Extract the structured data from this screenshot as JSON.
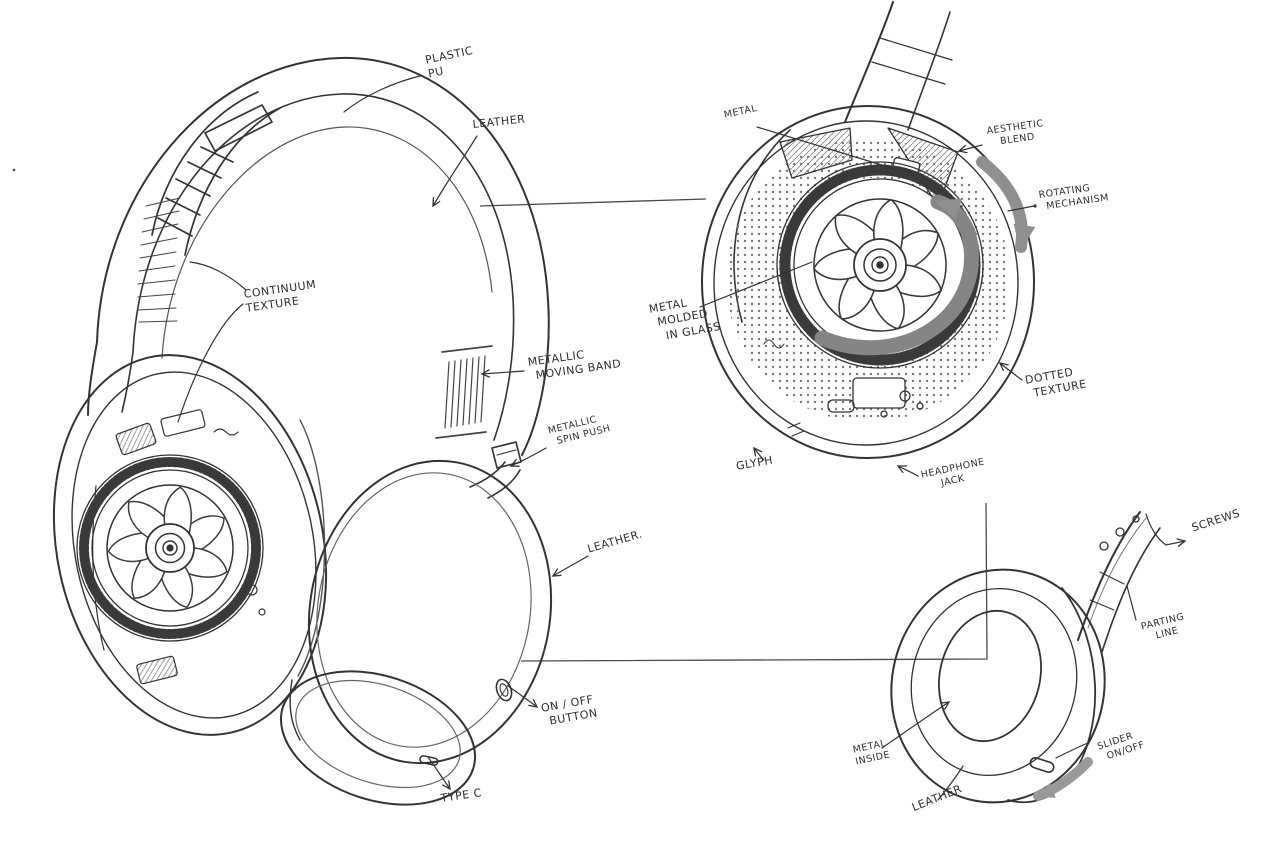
{
  "document": {
    "type": "industrial-design concept sketch",
    "subject": "over-ear headphones, annotated, three views",
    "views": {
      "left": "full headphones three-quarter view",
      "top_right": "ear-cup interior / driver detail with rotation arrows",
      "bottom_right": "ear-pad and hinge detail with slider"
    }
  },
  "colors": {
    "ink": "#333333",
    "ink_light": "#555555",
    "arrow_gray": "#8f8f8f",
    "shade_gray": "#ededed",
    "background": "#ffffff"
  },
  "labels": {
    "plastic_pu": {
      "lines": [
        "PLASTIC",
        "PU"
      ]
    },
    "leather_headband": {
      "lines": [
        "LEATHER"
      ]
    },
    "continuum_texture": {
      "lines": [
        "CONTINUUM",
        "TEXTURE"
      ]
    },
    "metallic_moving_band": {
      "lines": [
        "METALLIC",
        "MOVING  BAND"
      ]
    },
    "metallic_spin_push": {
      "lines": [
        "METALLIC",
        "SPIN PUSH"
      ]
    },
    "leather_earcup": {
      "lines": [
        "LEATHER."
      ]
    },
    "on_off_button": {
      "lines": [
        "ON / OFF",
        "BUTTON"
      ]
    },
    "type_c": {
      "lines": [
        "TYPE C"
      ]
    },
    "metal": {
      "lines": [
        "METAL"
      ]
    },
    "aesthetic_blend": {
      "lines": [
        "AESTHETIC",
        "BLEND"
      ]
    },
    "rotating_mechanism": {
      "lines": [
        "ROTATING",
        "MECHANISM"
      ]
    },
    "metal_molded_in_glass": {
      "lines": [
        "METAL",
        "MOLDED",
        "IN GLASS"
      ]
    },
    "dotted_texture": {
      "lines": [
        "DOTTED",
        "TEXTURE"
      ]
    },
    "glyph": {
      "lines": [
        "GLYPH"
      ]
    },
    "headphone_jack": {
      "lines": [
        "HEADPHONE",
        "JACK"
      ]
    },
    "screws": {
      "lines": [
        "SCREWS"
      ]
    },
    "parting_line": {
      "lines": [
        "PARTING",
        "LINE"
      ]
    },
    "metal_inside": {
      "lines": [
        "METAL",
        "INSIDE"
      ]
    },
    "leather_pad": {
      "lines": [
        "LEATHER"
      ]
    },
    "slider_on_off": {
      "lines": [
        "SLIDER",
        "ON/OFF"
      ]
    }
  }
}
